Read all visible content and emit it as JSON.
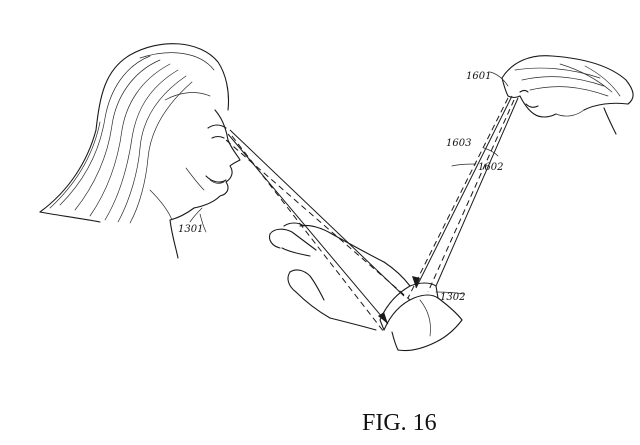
{
  "figure": {
    "caption": "FIG. 16",
    "labels": {
      "first_user": "1301",
      "wrist_device": "1302",
      "second_user_eye": "1601",
      "ray_a": "1602",
      "ray_b": "1603"
    }
  },
  "colors": {
    "ink": "#1a1a1a",
    "background": "#ffffff"
  }
}
